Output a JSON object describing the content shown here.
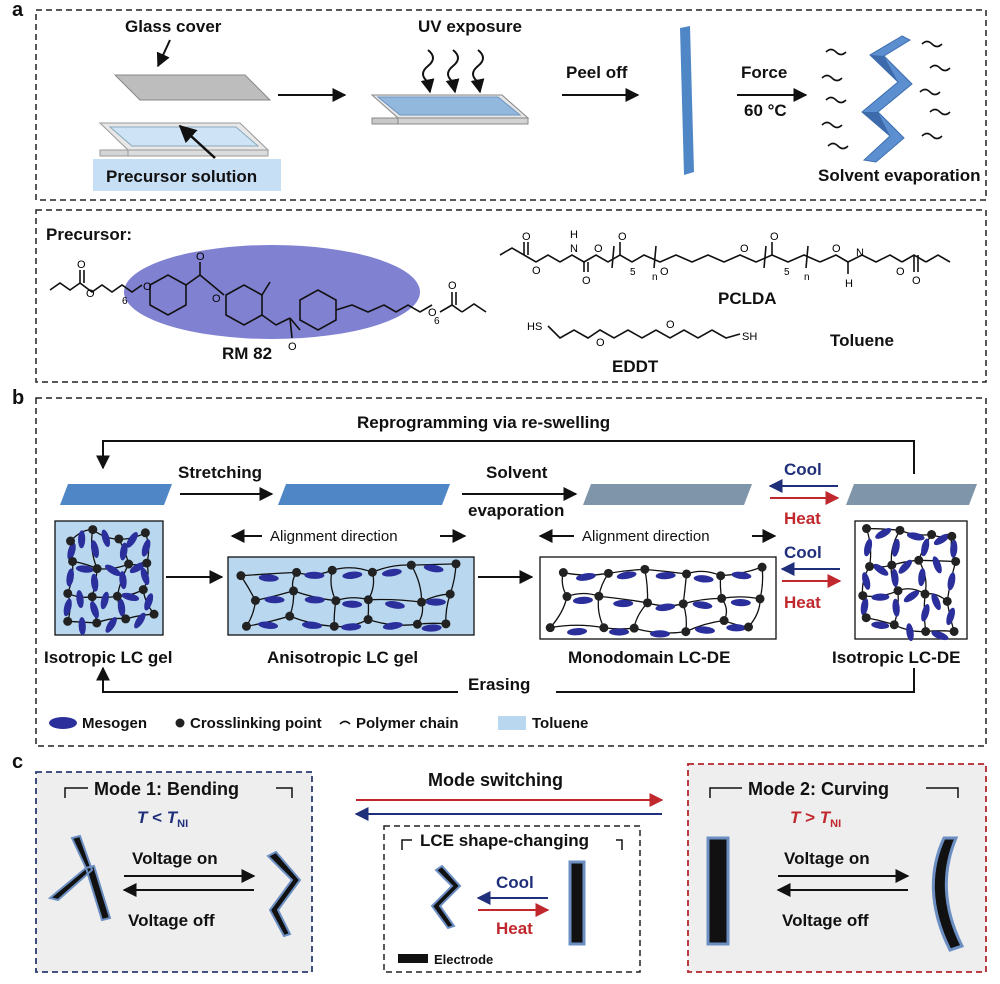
{
  "panel_a": {
    "letter": "a",
    "glass_cover": "Glass cover",
    "uv_exposure": "UV exposure",
    "peel_off": "Peel off",
    "force": "Force",
    "temp": "60 °C",
    "precursor_solution": "Precursor solution",
    "solvent_evaporation": "Solvent evaporation",
    "precursor_label": "Precursor:",
    "rm82": "RM 82",
    "pclda": "PCLDA",
    "eddt": "EDDT",
    "toluene": "Toluene",
    "sub_5": "5",
    "sub_6": "6",
    "sub_n": "n",
    "atom_o": "O",
    "atom_n": "N",
    "atom_h": "H",
    "atom_hs": "HS",
    "atom_sh": "SH"
  },
  "panel_b": {
    "letter": "b",
    "reprogramming": "Reprogramming via re-swelling",
    "stretching": "Stretching",
    "solvent": "Solvent",
    "evaporation": "evaporation",
    "cool": "Cool",
    "heat": "Heat",
    "alignment_direction": "Alignment direction",
    "isotropic_lc_gel": "Isotropic LC gel",
    "anisotropic_lc_gel": "Anisotropic LC gel",
    "monodomain_lc_de": "Monodomain LC-DE",
    "isotropic_lc_de": "Isotropic LC-DE",
    "erasing": "Erasing",
    "legend": {
      "mesogen": "Mesogen",
      "crosslinking": "Crosslinking point",
      "polymer_chain": "Polymer chain",
      "toluene": "Toluene"
    }
  },
  "panel_c": {
    "letter": "c",
    "mode1_title": "Mode 1: Bending",
    "mode1_cond_t": "T",
    "mode1_cond_op": " < ",
    "mode1_cond_tn": "T",
    "mode1_cond_sub": "NI",
    "mode2_title": "Mode 2: Curving",
    "mode2_cond_t": "T",
    "mode2_cond_op": " > ",
    "mode2_cond_tn": "T",
    "mode2_cond_sub": "NI",
    "voltage_on": "Voltage on",
    "voltage_off": "Voltage off",
    "mode_switching": "Mode switching",
    "lce_shape_changing": "LCE shape-changing",
    "cool": "Cool",
    "heat": "Heat",
    "electrode": "Electrode"
  },
  "colors": {
    "blue_strip": "#4f86c6",
    "light_blue": "#b9d7ee",
    "mesogen": "#2a2f9c",
    "cool": "#1f2f7a",
    "heat": "#c0282d",
    "mode1_border": "#2b3c6e",
    "mode2_border": "#b3262c",
    "panel_bg": "#eeeeee"
  }
}
